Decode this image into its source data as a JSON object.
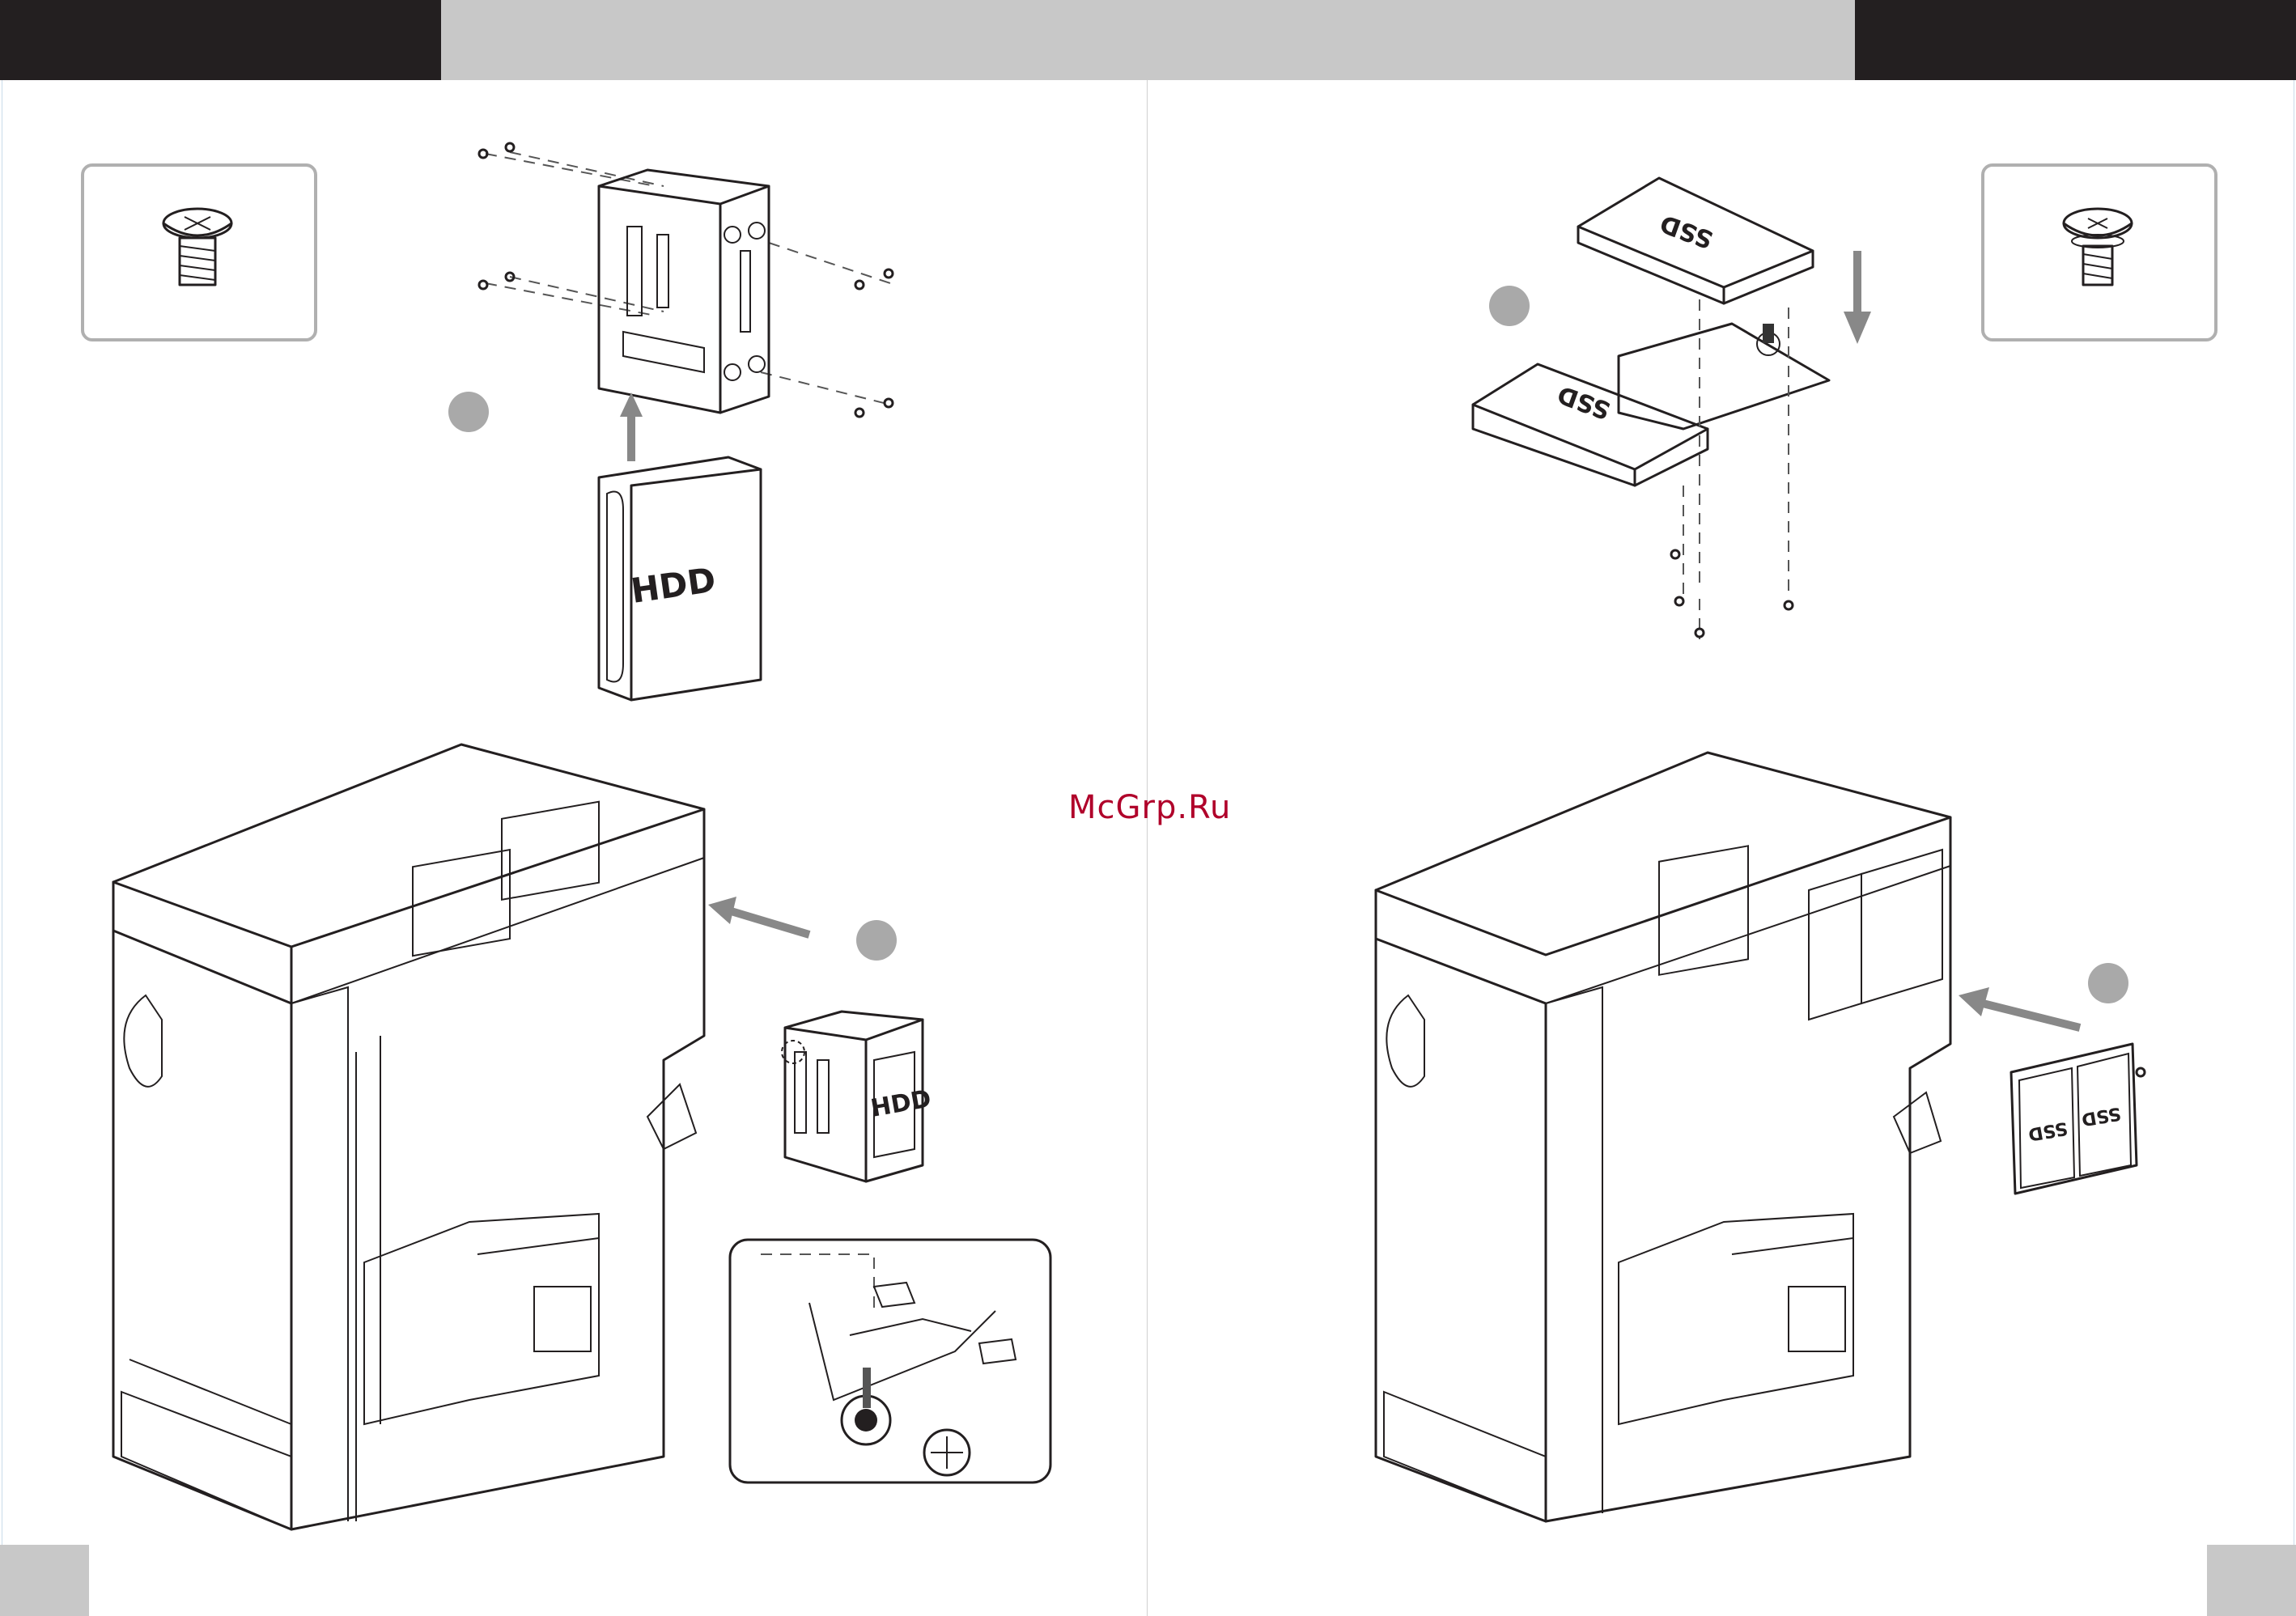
{
  "header": {
    "left_block_color": "#231f20",
    "center_band_color": "#c8c8c8",
    "right_block_color": "#231f20"
  },
  "left_page": {
    "screw_icon": "pan-head-screw-icon",
    "hdd_label": "HDD",
    "cage_hdd_label": "HDD",
    "step_badges": 2
  },
  "right_page": {
    "screw_icon": "flange-screw-icon",
    "ssd_label_top": "SSD",
    "ssd_label_bracket": "SSD",
    "ssd_label_panel_a": "SSD",
    "ssd_label_panel_b": "SSD",
    "step_badges": 2
  },
  "watermark": "McGrp.Ru"
}
